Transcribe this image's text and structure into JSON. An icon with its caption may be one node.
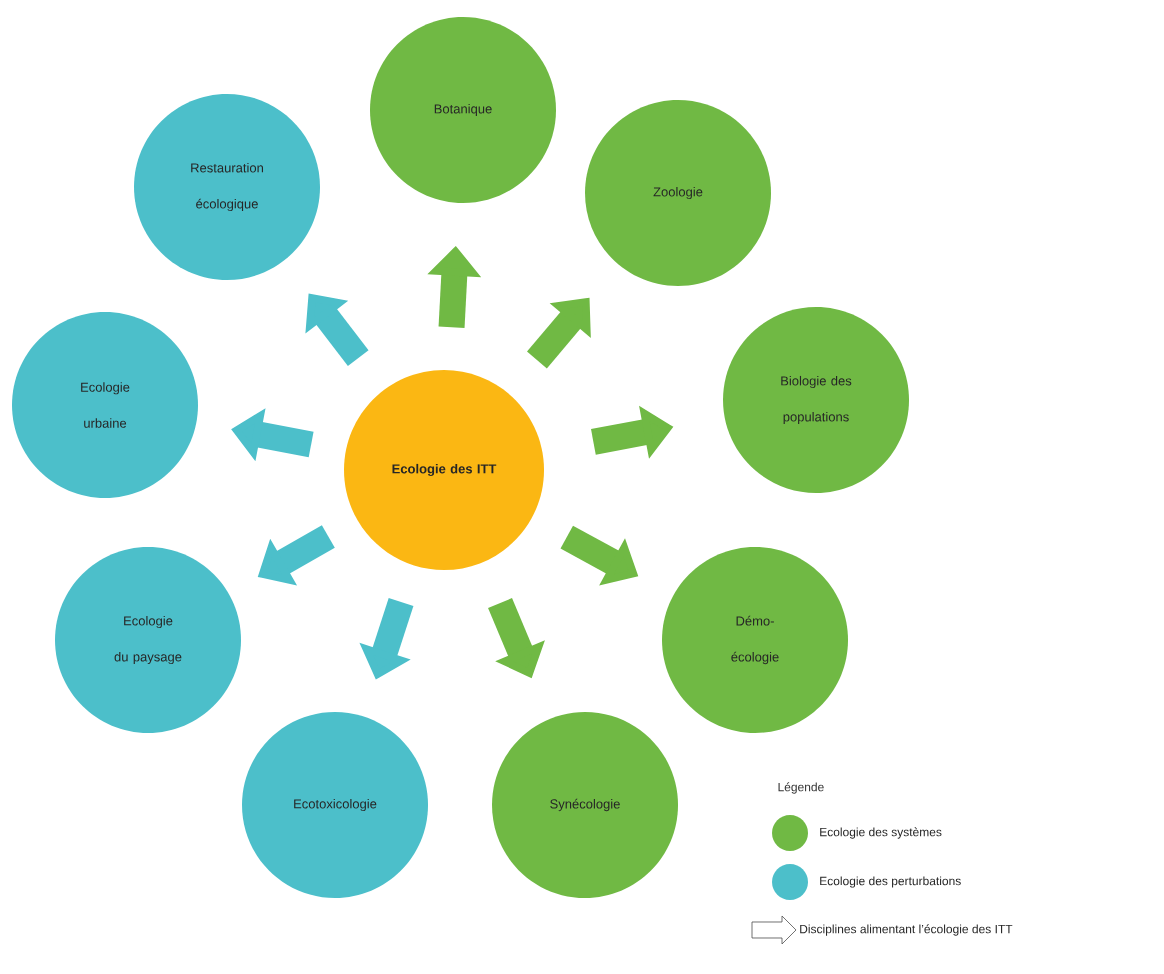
{
  "diagram": {
    "nodes": [
      {
        "text": [
          "Ecologie des ITT"
        ]
      },
      {
        "text": [
          "Botanique"
        ]
      },
      {
        "text": [
          "Zoologie"
        ]
      },
      {
        "text": [
          "Biologie des populations"
        ]
      },
      {
        "text": [
          "Démo-écologie"
        ]
      },
      {
        "text": [
          "Synécologie"
        ]
      },
      {
        "text": [
          "Ecotoxicologie"
        ]
      },
      {
        "text": [
          "Ecologie du paysage"
        ]
      },
      {
        "text": [
          "Ecologie urbaine"
        ]
      },
      {
        "text": [
          "Restauration écologique"
        ]
      }
    ],
    "edges": [
      {
        "from": 0,
        "to": 1,
        "arrow": "to"
      },
      {
        "from": 0,
        "to": 2,
        "arrow": "to"
      },
      {
        "from": 0,
        "to": 3,
        "arrow": "to"
      },
      {
        "from": 0,
        "to": 4,
        "arrow": "to"
      },
      {
        "from": 0,
        "to": 5,
        "arrow": "to"
      },
      {
        "from": 0,
        "to": 6,
        "arrow": "to",
        "color": "#4cbfca"
      },
      {
        "from": 0,
        "to": 7,
        "arrow": "to",
        "color": "#4cbfca"
      },
      {
        "from": 0,
        "to": 8,
        "arrow": "to",
        "color": "#4cbfca"
      },
      {
        "from": 0,
        "to": 9,
        "arrow": "to",
        "color": "#4cbfca"
      }
    ],
    "labels": [
      "Légende"
    ],
    "legend": [
      {
        "text": "Ecologie des systèmes",
        "color": "#70b944"
      },
      {
        "text": "Ecologie des perturbations",
        "color": "#4cbfca"
      },
      {
        "text": "Disciplines alimentant l’écologie des ITT"
      }
    ]
  }
}
